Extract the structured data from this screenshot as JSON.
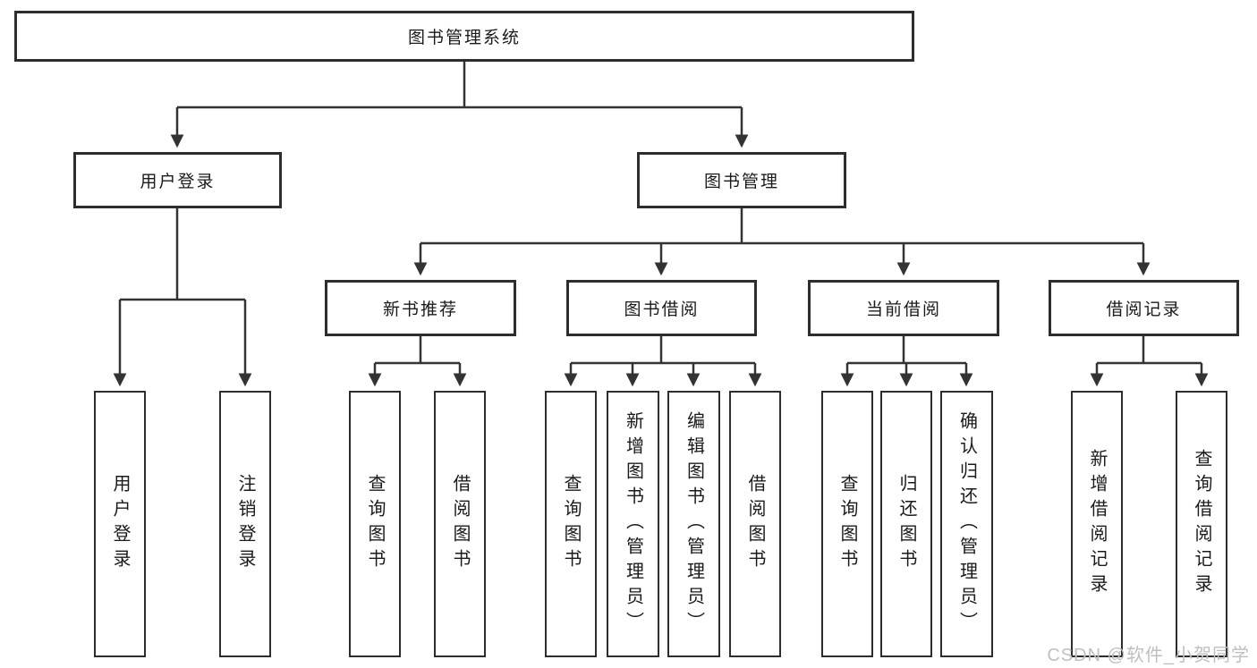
{
  "diagram_title": "图书管理系统",
  "watermark": "CSDN @软件_小贺同学",
  "colors": {
    "line": "#333333",
    "border": "#2d2d2d",
    "text": "#1a1a1a",
    "watermark": "#bfbfbf",
    "background": "#ffffff"
  },
  "nodes": {
    "root": {
      "label": "图书管理系统"
    },
    "user_login": {
      "label": "用户登录"
    },
    "book_management": {
      "label": "图书管理"
    },
    "new_book_recommend": {
      "label": "新书推荐"
    },
    "book_borrowing": {
      "label": "图书借阅"
    },
    "current_borrowing": {
      "label": "当前借阅"
    },
    "borrowing_records": {
      "label": "借阅记录"
    },
    "leaf_user_login": {
      "label": "用户登录"
    },
    "leaf_logout": {
      "label": "注销登录"
    },
    "leaf_query_book_recommend": {
      "label": "查询图书"
    },
    "leaf_borrow_book_recommend": {
      "label": "借阅图书"
    },
    "leaf_query_book_borrowing": {
      "label": "查询图书"
    },
    "leaf_add_book_admin": {
      "label": "新增图书（管理员）"
    },
    "leaf_edit_book_admin": {
      "label": "编辑图书（管理员）"
    },
    "leaf_borrow_book_borrowing": {
      "label": "借阅图书"
    },
    "leaf_query_book_current": {
      "label": "查询图书"
    },
    "leaf_return_book": {
      "label": "归还图书"
    },
    "leaf_confirm_return_admin": {
      "label": "确认归还（管理员）"
    },
    "leaf_add_borrow_record": {
      "label": "新增借阅记录"
    },
    "leaf_query_borrow_record": {
      "label": "查询借阅记录"
    }
  },
  "edges": [
    {
      "from": "root",
      "to": "user_login"
    },
    {
      "from": "root",
      "to": "book_management"
    },
    {
      "from": "user_login",
      "to": "leaf_user_login"
    },
    {
      "from": "user_login",
      "to": "leaf_logout"
    },
    {
      "from": "book_management",
      "to": "new_book_recommend"
    },
    {
      "from": "book_management",
      "to": "book_borrowing"
    },
    {
      "from": "book_management",
      "to": "current_borrowing"
    },
    {
      "from": "book_management",
      "to": "borrowing_records"
    },
    {
      "from": "new_book_recommend",
      "to": "leaf_query_book_recommend"
    },
    {
      "from": "new_book_recommend",
      "to": "leaf_borrow_book_recommend"
    },
    {
      "from": "book_borrowing",
      "to": "leaf_query_book_borrowing"
    },
    {
      "from": "book_borrowing",
      "to": "leaf_add_book_admin"
    },
    {
      "from": "book_borrowing",
      "to": "leaf_edit_book_admin"
    },
    {
      "from": "book_borrowing",
      "to": "leaf_borrow_book_borrowing"
    },
    {
      "from": "current_borrowing",
      "to": "leaf_query_book_current"
    },
    {
      "from": "current_borrowing",
      "to": "leaf_return_book"
    },
    {
      "from": "current_borrowing",
      "to": "leaf_confirm_return_admin"
    },
    {
      "from": "borrowing_records",
      "to": "leaf_add_borrow_record"
    },
    {
      "from": "borrowing_records",
      "to": "leaf_query_borrow_record"
    }
  ]
}
